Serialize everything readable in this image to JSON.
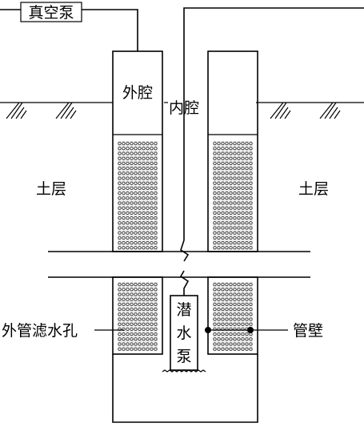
{
  "labels": {
    "vacuum_pump": "真空泵",
    "outer_cavity": "外腔",
    "inner_cavity": "内腔",
    "soil_left": "土层",
    "soil_right": "土层",
    "outer_filter_holes": "外管滤水孔",
    "submersible_pump_1": "潜",
    "submersible_pump_2": "水",
    "submersible_pump_3": "泵",
    "pipe_wall": "管壁"
  },
  "colors": {
    "line": "#000000",
    "perforation_fill": "#ffffff",
    "perforation_bg": "#f4f4f4"
  }
}
